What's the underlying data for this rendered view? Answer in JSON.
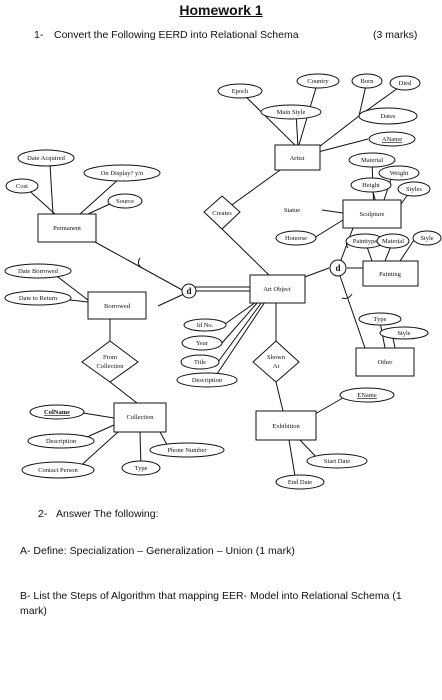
{
  "header": {
    "title": "Homework 1"
  },
  "question1": {
    "number": "1-",
    "text": "Convert the Following EERD into Relational Schema",
    "marks": "(3 marks)"
  },
  "diagram": {
    "entities": {
      "artist": "Artist",
      "sculpture": "Sculpture",
      "painting": "Painting",
      "art_object": "Art Object",
      "permanent": "Permanent",
      "borrowed": "Borrowed",
      "collection": "Collection",
      "exhibition": "Exhibition",
      "other": "Other"
    },
    "relationships": {
      "creates": "Creates",
      "from_collection_1": "From",
      "from_collection_2": "Collection",
      "shown_at_1": "Shown",
      "shown_at_2": "At"
    },
    "specialization_marks": {
      "art_object_subclasses": "d",
      "artobject_ownership": "d"
    },
    "attributes": {
      "epoch": "Epoch",
      "country": "Country",
      "born": "Born",
      "died": "Died",
      "main_style": "Main Style",
      "dates": "Dates",
      "aname": "AName",
      "material_1": "Material",
      "weight": "Weight",
      "height": "Height",
      "styles": "Styles",
      "statue": "Statue",
      "honorse": "Honorse",
      "painttype": "Painttype",
      "material_2": "Material",
      "style_1": "Style",
      "date_acquired": "Date Acquired",
      "on_display": "On Display? y/n",
      "cost": "Cost",
      "source": "Source",
      "date_borrowed": "Date Borrowed",
      "date_to_return": "Date to Return",
      "id_no": "Id No.",
      "year": "Year",
      "title": "Title",
      "description_1": "Description",
      "type_1": "Type",
      "style_2": "Style",
      "ename": "EName",
      "colname": "ColName",
      "description_2": "Description",
      "phone_number": "Phone Number",
      "contact_person": "Contact Person",
      "type_2": "Type",
      "start_date": "Start Date",
      "end_date": "End Date"
    }
  },
  "question2": {
    "number": "2-",
    "text": "Answer The following:",
    "part_a": "A- Define: Specialization – Generalization – Union   (1 mark)",
    "part_b": "B- List the Steps of Algorithm that mapping EER- Model into Relational Schema (1 mark)"
  }
}
